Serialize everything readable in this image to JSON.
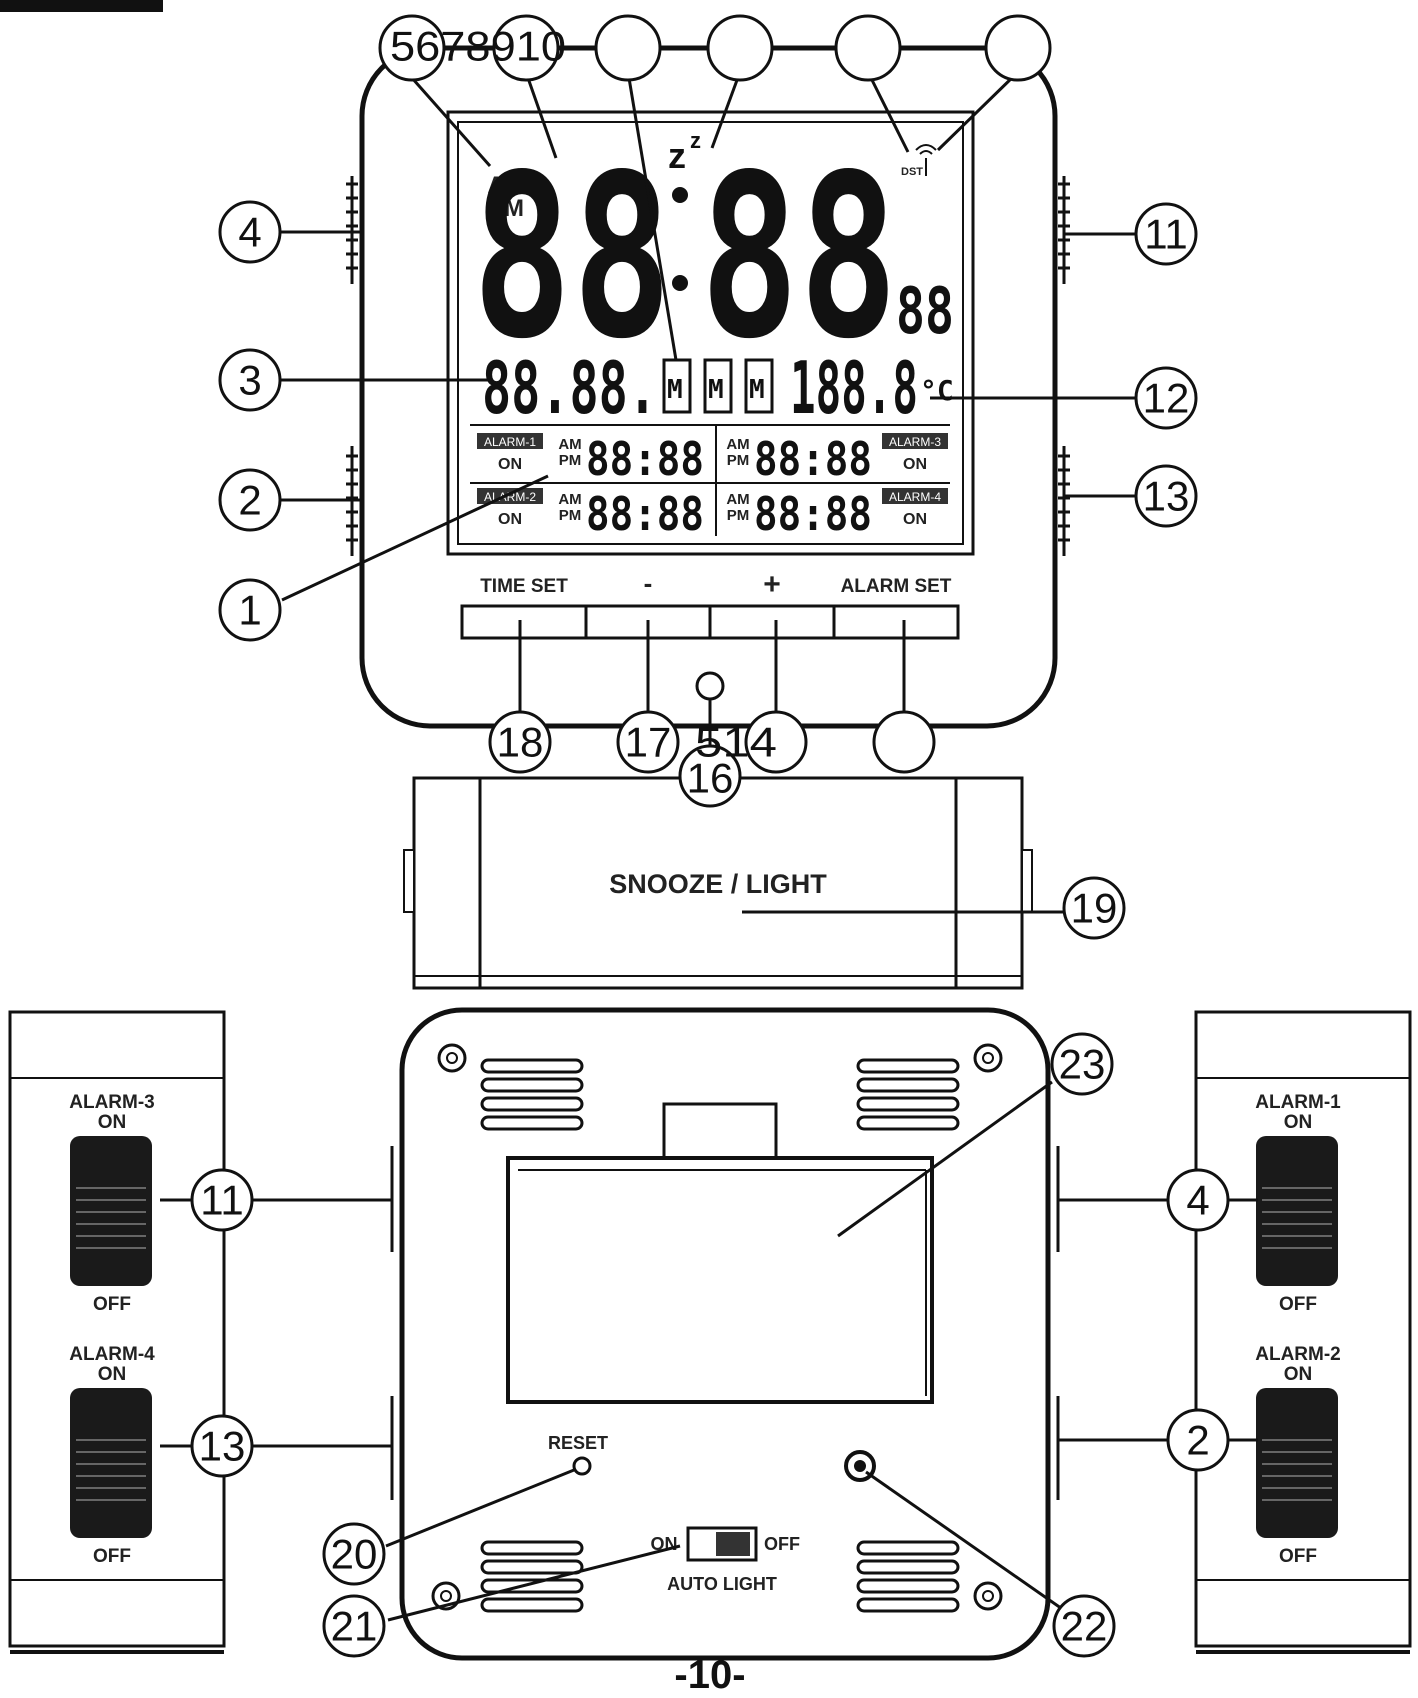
{
  "lcd": {
    "ampm_top": "AM",
    "ampm_bottom": "PM",
    "zz": "z",
    "time_hours": "88",
    "time_minutes": "88",
    "seconds": "88",
    "dst": "DST",
    "date": "88.88.",
    "weekday": [
      "M",
      "M",
      "M"
    ],
    "temperature": "188.8",
    "temp_unit": "°C",
    "alarm_badges": [
      "ALARM-1",
      "ALARM-3",
      "ALARM-2",
      "ALARM-4"
    ],
    "alarm_on": "ON",
    "alarm_time": "88:88"
  },
  "front_buttons": {
    "time_set": "TIME SET",
    "minus": "-",
    "plus": "+",
    "alarm_set": "ALARM SET"
  },
  "snooze_bar": {
    "label": "SNOOZE / LIGHT"
  },
  "side_switches": {
    "left_top": {
      "title": "ALARM-3",
      "on": "ON",
      "off": "OFF"
    },
    "left_bottom": {
      "title": "ALARM-4",
      "on": "ON",
      "off": "OFF"
    },
    "right_top": {
      "title": "ALARM-1",
      "on": "ON",
      "off": "OFF"
    },
    "right_bottom": {
      "title": "ALARM-2",
      "on": "ON",
      "off": "OFF"
    }
  },
  "back_panel": {
    "reset": "RESET",
    "auto_light_on": "ON",
    "auto_light_off": "OFF",
    "auto_light": "AUTO LIGHT"
  },
  "callouts": {
    "c5_10": "5678910",
    "c4": "4",
    "c3": "3",
    "c2": "2",
    "c1": "1",
    "c11": "11",
    "c12": "12",
    "c13": "13",
    "c18": "18",
    "c17": "17",
    "c16": "16",
    "c5_14": "514",
    "c19": "19",
    "c11b": "11",
    "c13b": "13",
    "c4b": "4",
    "c2b": "2",
    "c20": "20",
    "c21": "21",
    "c22": "22",
    "c23": "23"
  },
  "page_number": "-10-"
}
